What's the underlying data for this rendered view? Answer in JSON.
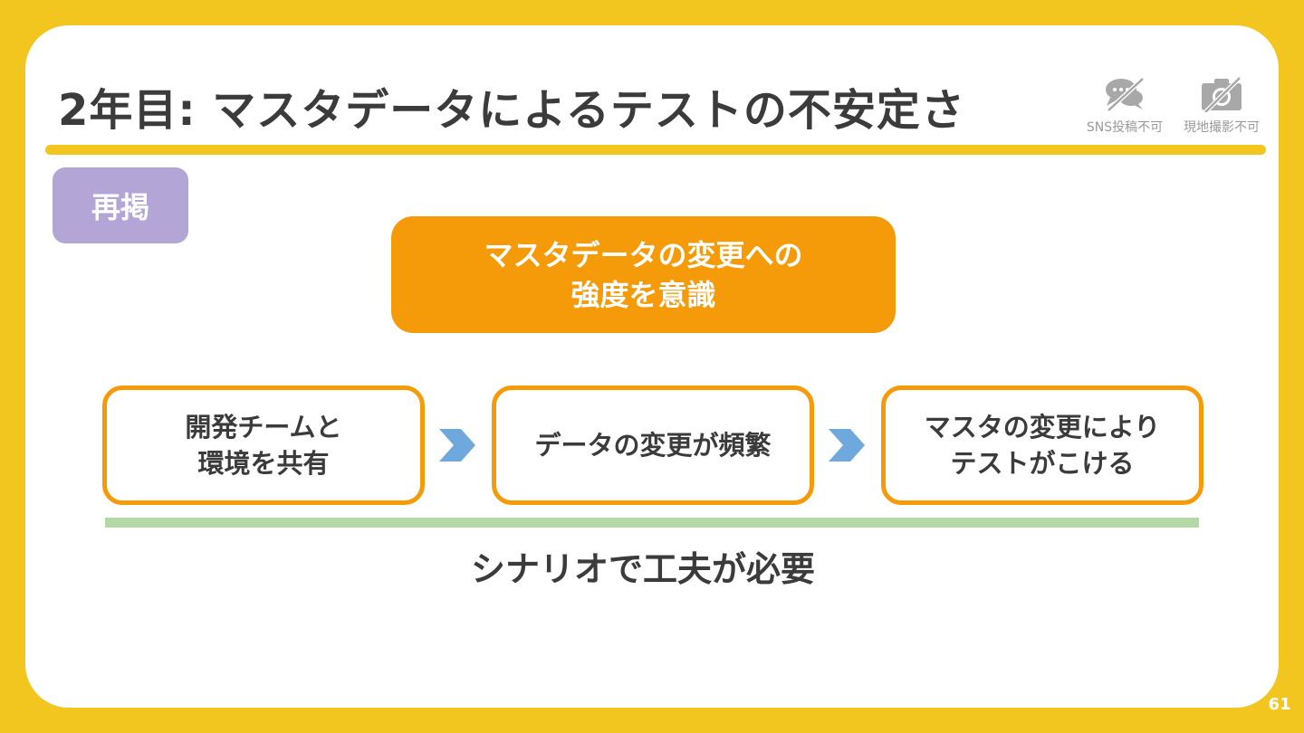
{
  "slide": {
    "title": "2年目: マスタデータによるテストの不安定さ",
    "page_number": "61",
    "badge": "再掲",
    "colors": {
      "background": "#F2C51F",
      "accent_orange": "#F59B0A",
      "badge_purple": "#B3A6D6",
      "arrow_blue": "#6FA8DC",
      "divider_green": "#B5D9A6",
      "text_dark": "#3b3b3b"
    }
  },
  "policy_icons": [
    {
      "icon": "no-sns-icon",
      "label": "SNS投稿不可"
    },
    {
      "icon": "no-photo-icon",
      "label": "現地撮影不可"
    }
  ],
  "main_box": {
    "line1": "マスタデータの変更への",
    "line2": "強度を意識"
  },
  "steps": [
    {
      "line1": "開発チームと",
      "line2": "環境を共有"
    },
    {
      "line1": "データの変更が頻繁",
      "line2": ""
    },
    {
      "line1": "マスタの変更により",
      "line2": "テストがこける"
    }
  ],
  "conclusion": "シナリオで工夫が必要"
}
